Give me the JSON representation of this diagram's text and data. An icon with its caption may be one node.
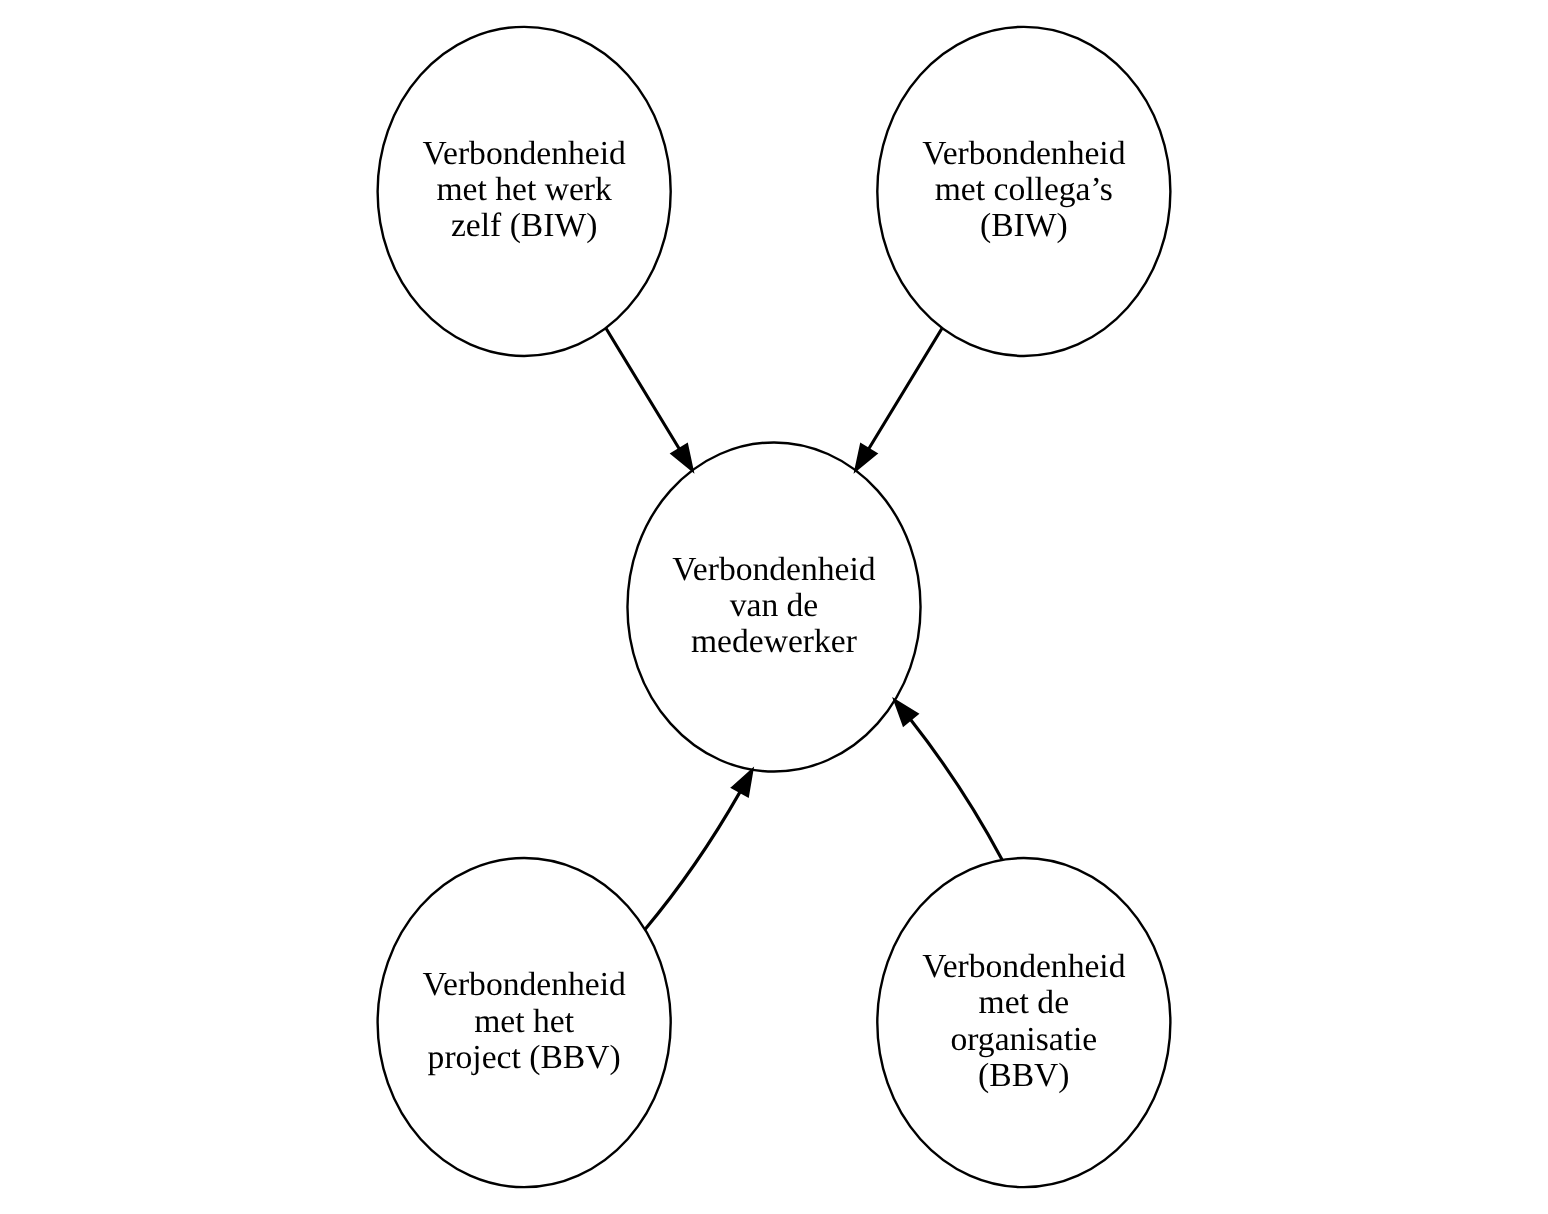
{
  "diagram": {
    "nodes": [
      {
        "text": [
          "Verbondenheid met het werk zelf (BIW)"
        ]
      },
      {
        "text": [
          "Verbondenheid met collega’s (BIW)"
        ]
      },
      {
        "text": [
          "Verbondenheid van de medewerker"
        ]
      },
      {
        "text": [
          "Verbondenheid met het project (BBV)"
        ]
      },
      {
        "text": [
          "Verbondenheid met de organisatie (BBV)"
        ]
      }
    ],
    "edges": [
      {
        "from": 0,
        "to": 2,
        "arrow": "to"
      },
      {
        "from": 1,
        "to": 2,
        "arrow": "to"
      },
      {
        "from": 3,
        "to": 2,
        "arrow": "to"
      },
      {
        "from": 4,
        "to": 2,
        "arrow": "to"
      }
    ]
  }
}
